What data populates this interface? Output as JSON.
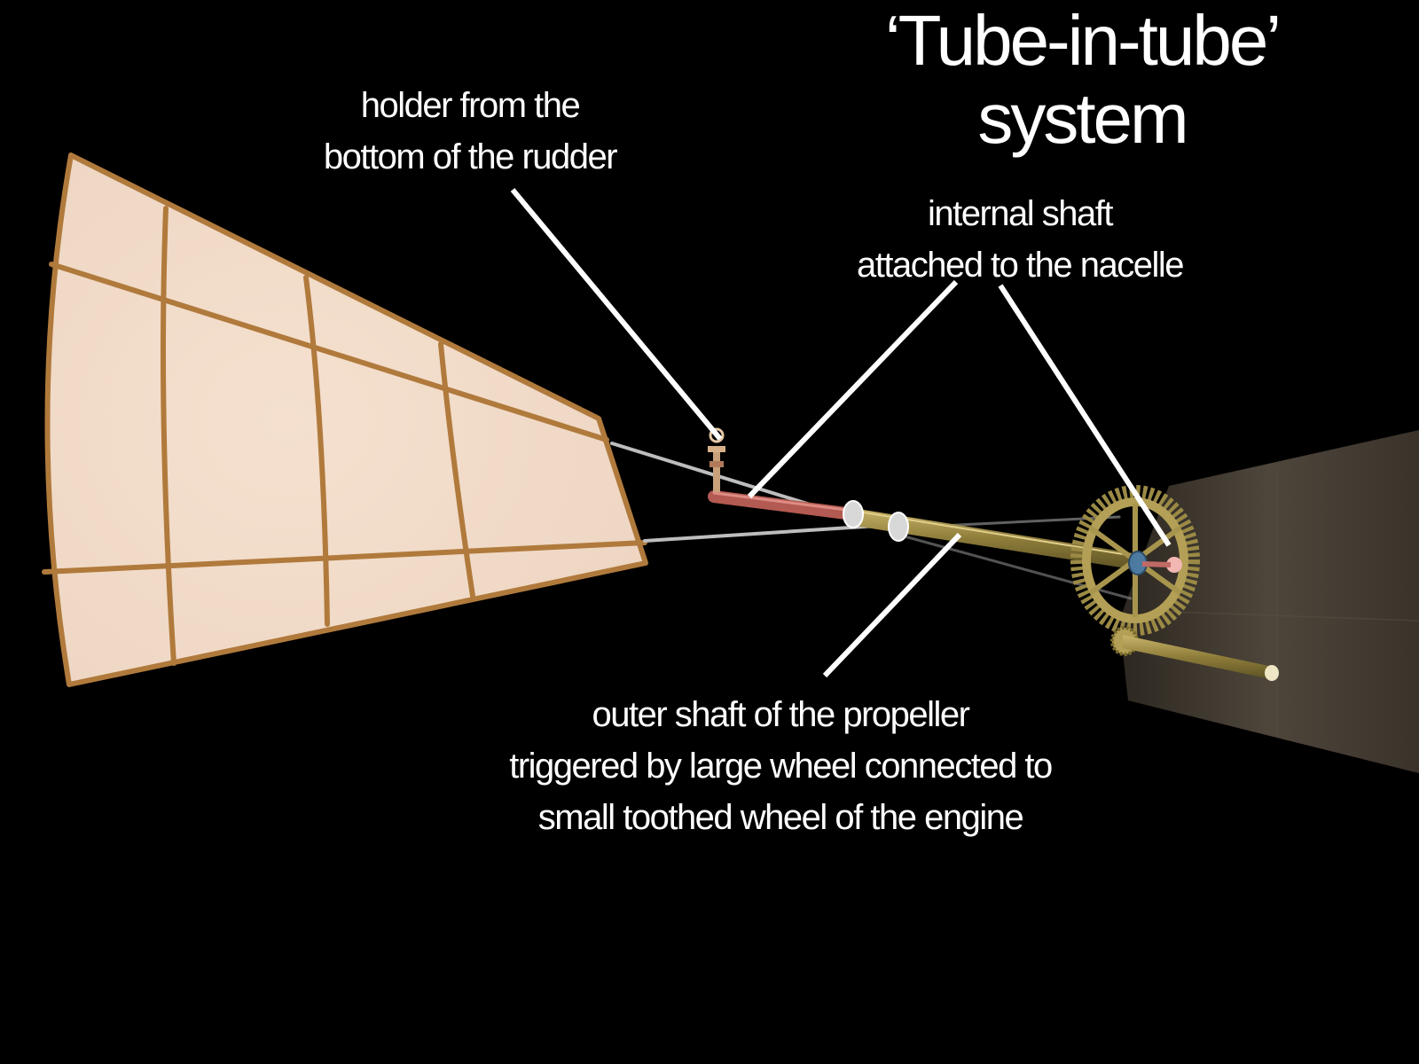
{
  "title": {
    "line1": "‘Tube-in-tube’",
    "line2": "system"
  },
  "labels": {
    "holder": {
      "line1": "holder from the",
      "line2": "bottom of the rudder"
    },
    "internal_shaft": {
      "line1": "internal shaft",
      "line2": "attached to the nacelle"
    },
    "outer_shaft": {
      "line1": "outer shaft of the propeller",
      "line2": "triggered by large wheel connected to",
      "line3": "small toothed wheel of the engine"
    }
  },
  "colors": {
    "background": "#000000",
    "text": "#ffffff",
    "rudder_fill": "#f2dccb",
    "rudder_frame": "#b07a3c",
    "shaft_brass": "#9b8a45",
    "internal_shaft": "#b35a52",
    "nacelle": "#4a4238"
  }
}
